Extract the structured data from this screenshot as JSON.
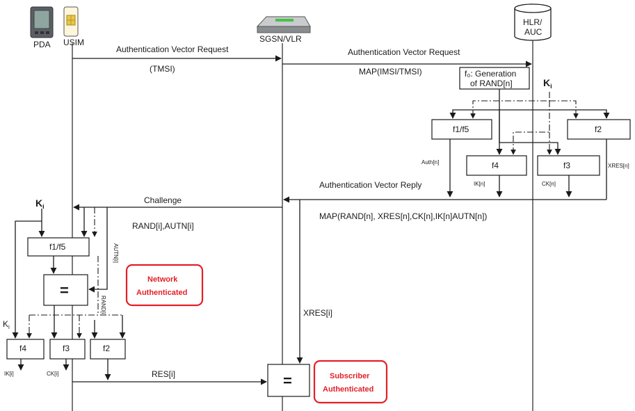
{
  "entities": {
    "pda": "PDA",
    "usim": "USIM",
    "sgsn": "SGSN/VLR",
    "hlr_line1": "HLR/",
    "hlr_line2": "AUC"
  },
  "messages": {
    "av_request_1": "Authentication Vector Request",
    "tmsi": "(TMSI)",
    "av_request_2": "Authentication Vector Request",
    "map_imsi": "MAP(IMSI/TMSI)",
    "av_reply": "Authentication Vector Reply",
    "map_reply": "MAP(RAND[n], XRES[n],CK[n],IK[n]AUTN[n])",
    "challenge": "Challenge",
    "rand_autn": "RAND[i],AUTN[i]",
    "xres_i": "XRES[i]",
    "res_i": "RES[i]"
  },
  "hlr": {
    "gen_line1": "f₀: Generation",
    "gen_line2": "of RAND[n]",
    "ki": "K",
    "ki_sub": "i",
    "f1f5": "f1/f5",
    "f2": "f2",
    "f4": "f4",
    "f3": "f3",
    "auth_n": "Auth[n]",
    "xres_n": "XRES[n]",
    "ik_n": "IK[n]",
    "ck_n": "CK[n]"
  },
  "usim_side": {
    "ki": "K",
    "ki_sub": "i",
    "ki2": "K",
    "ki2_sub": "i",
    "f1f5": "f1/f5",
    "eq": "=",
    "f4": "f4",
    "f3": "f3",
    "f2": "f2",
    "autn_i": "AUTN[i]",
    "rand_i": "RAND[i]",
    "ik_i": "IK[i]",
    "ck_i": "CK[i]"
  },
  "sgsn_side": {
    "eq": "="
  },
  "status": {
    "network_1": "Network",
    "network_2": "Authenticated",
    "subscriber_1": "Subscriber",
    "subscriber_2": "Authenticated"
  },
  "colors": {
    "accent": "#e41f26",
    "ink": "#1a1a1a"
  }
}
